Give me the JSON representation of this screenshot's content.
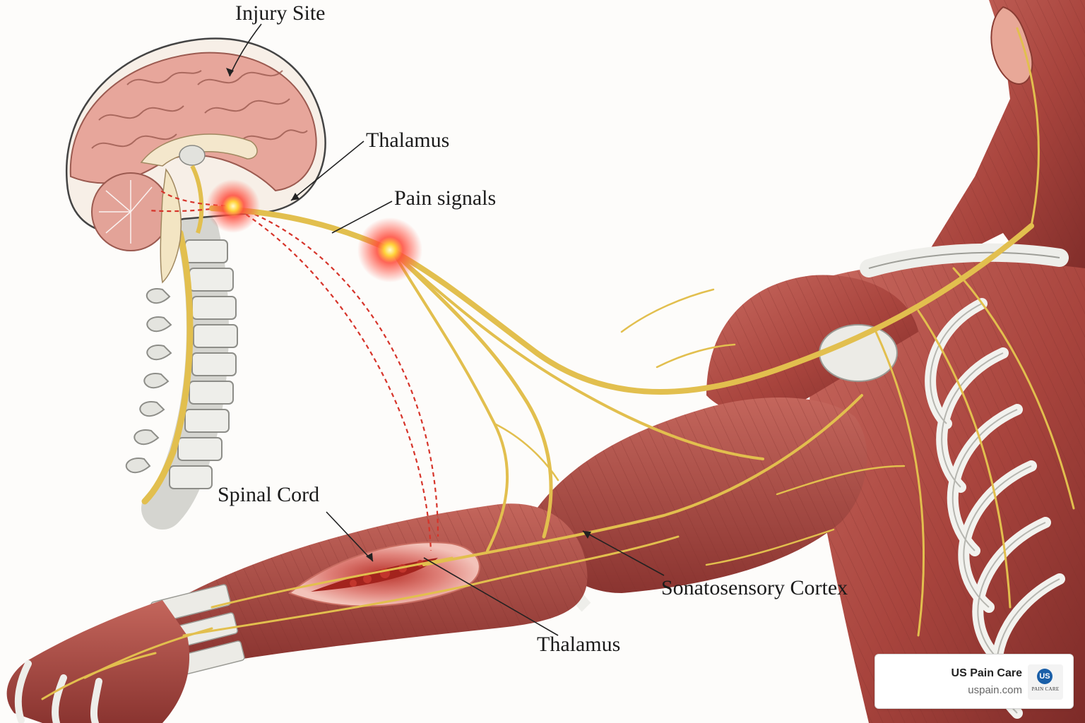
{
  "labels": {
    "injury_site": "Injury Site",
    "thalamus_top": "Thalamus",
    "pain_signals": "Pain signals",
    "spinal_cord": "Spinal Cord",
    "somatosensory_cortex": "Sonatosensory Cortex",
    "thalamus_bottom": "Thalamus"
  },
  "source_card": {
    "name": "US Pain Care",
    "url": "uspain.com",
    "logo_initials": "US",
    "logo_caption": "PAIN CARE"
  },
  "colors": {
    "nerve": "#e2bf4e",
    "muscle": "#b4544c",
    "brain": "#e9a79c",
    "bone": "#e2e2df",
    "pain_glow": "#ff3b2f",
    "signal_dashes": "#d6342a",
    "logo_blue": "#1a5fa8"
  },
  "icons": {
    "signal_glow": "pain-glow-icon",
    "logo": "us-pain-care-logo-icon"
  }
}
